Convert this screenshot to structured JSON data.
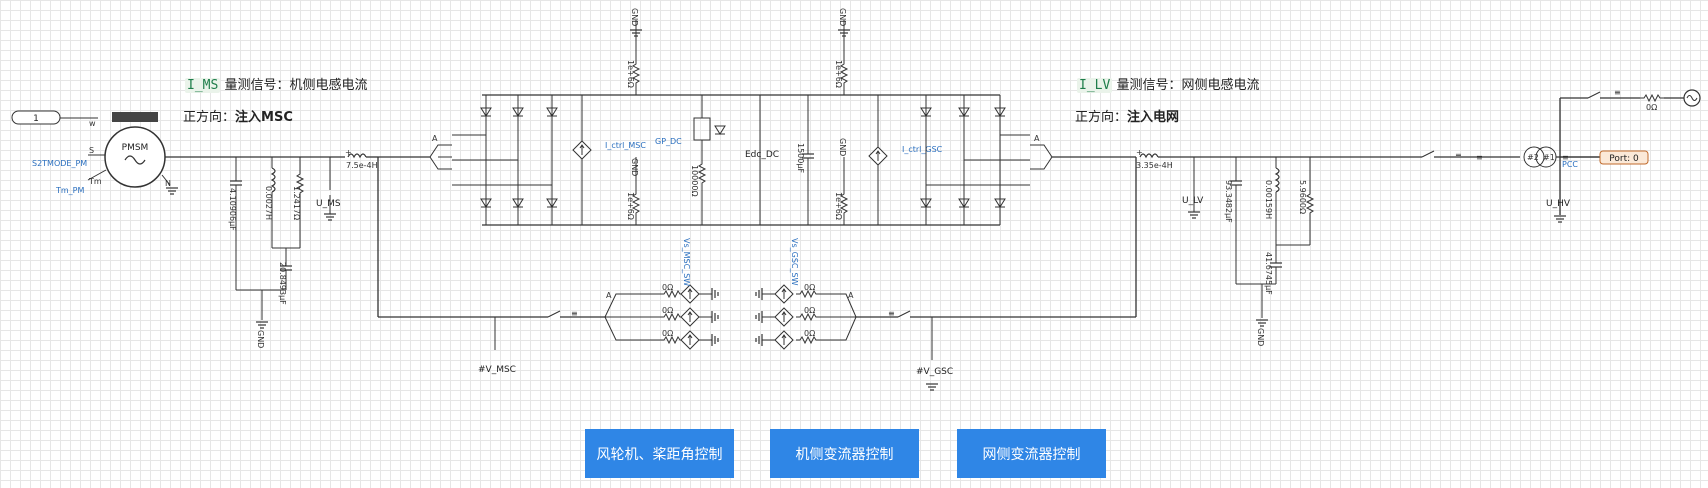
{
  "notes": {
    "ms_signal_code": "I_MS",
    "ms_signal_label": "量测信号：",
    "ms_signal_value": "机侧电感电流",
    "ms_dir_label": "正方向：",
    "ms_dir_value": "注入MSC",
    "lv_signal_code": "I_LV",
    "lv_signal_label": "量测信号：",
    "lv_signal_value": "网侧电感电流",
    "lv_dir_label": "正方向：",
    "lv_dir_value": "注入电网"
  },
  "buttons": {
    "turbine": "风轮机、桨距角控制",
    "msc": "机侧变流器控制",
    "gsc": "网侧变流器控制"
  },
  "labels": {
    "const_one": "1",
    "pmsm": "PMSM",
    "s2tmode": "S2TMODE_PM",
    "tm_pm": "Tm_PM",
    "pin_w": "w",
    "pin_s": "S",
    "pin_tm": "Tm",
    "pin_n": "N",
    "ind_ms": "7.5e-4H",
    "cap_ms": "4.10906μF",
    "ind_ms2": "0.0027H",
    "res_ms": "1.2417Ω",
    "u_ms": "U_MS",
    "cap_ms2": "20.8493μF",
    "gnd": "GND",
    "res_top": "1e+6Ω",
    "i_ctrl_msc": "I_ctrl_MSC",
    "gp_dc": "GP_DC",
    "res_mid": "1e+6Ω",
    "res_r": "10000Ω",
    "edc_dc": "Edc_DC",
    "cap_dc": "1500μF",
    "i_ctrl_gsc": "I_ctrl_GSC",
    "ind_lv": "3.35e-4H",
    "u_lv": "U_LV",
    "cap_lv": "93.3482μF",
    "ind_lv2": "0.00159H",
    "res_lv": "5.9600Ω",
    "cap_lv2": "41.6745μF",
    "res_pcc": "0Ω",
    "pcc": "PCC",
    "port": "Port: 0",
    "tr_1": "#2",
    "tr_2": "#1",
    "u_hv": "U_HV",
    "v_msc": "#V_MSC",
    "v_gsc": "#V_GSC",
    "vs_msc": "Vs_MSC_SW",
    "vs_gsc": "Vs_GSC_SW",
    "phase_a": "A",
    "res_0": "0Ω",
    "bus": "≡",
    "vsrc_res": "0Ω"
  },
  "colors": {
    "button_bg": "#2f86e6",
    "wire": "#333333",
    "label_blue": "#2a6fbf",
    "port_fill": "#fbe9d8",
    "port_stroke": "#c06a2b"
  }
}
